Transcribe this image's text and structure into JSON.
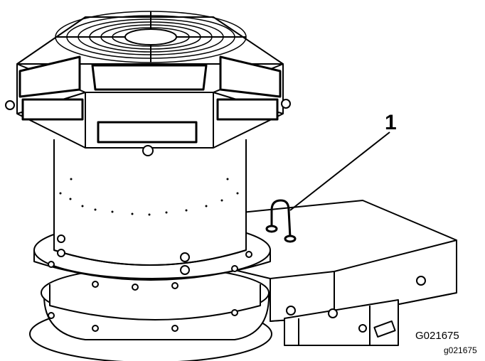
{
  "figure": {
    "callout_number": "1",
    "figure_code": "G021675",
    "figure_id": "g021675"
  },
  "colors": {
    "line": "#000000",
    "fill": "#ffffff"
  }
}
